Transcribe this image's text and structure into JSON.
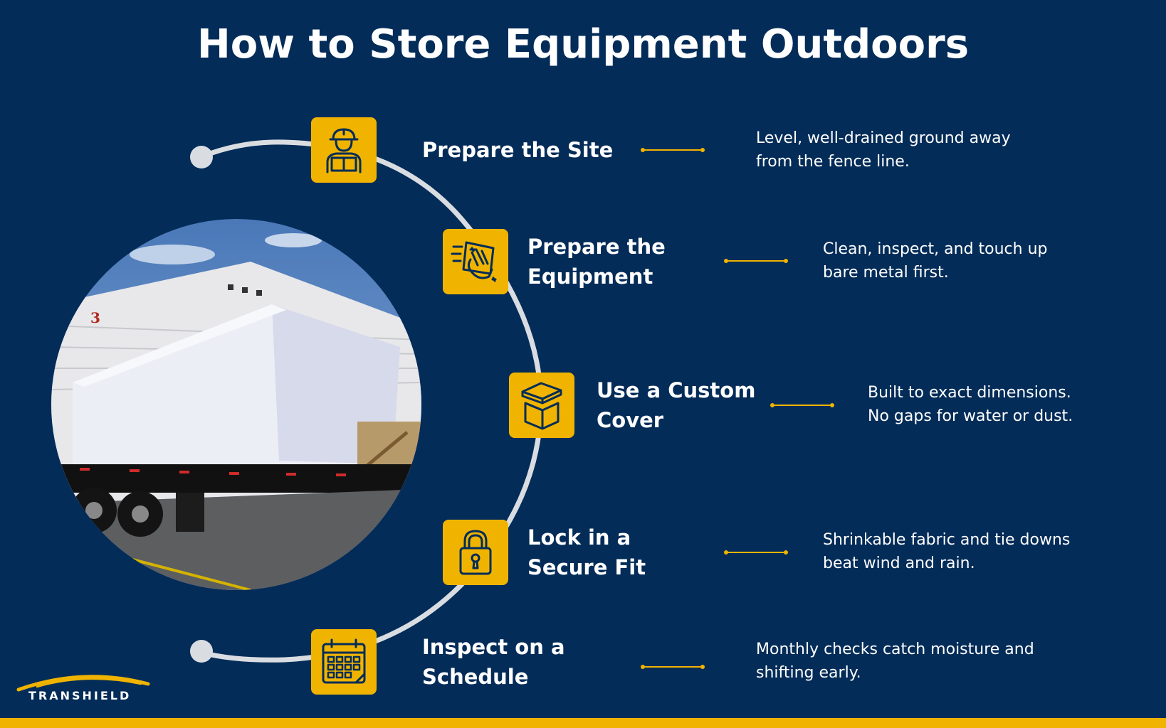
{
  "title": "How to Store Equipment Outdoors",
  "colors": {
    "background": "#032c58",
    "accent": "#f0b400",
    "arc": "#d9dde2"
  },
  "steps": [
    {
      "icon": "worker-icon",
      "title_lines": [
        "Prepare the Site"
      ],
      "desc_lines": [
        "Level, well-drained ground away",
        "from the fence line."
      ]
    },
    {
      "icon": "cleaning-hand-icon",
      "title_lines": [
        "Prepare the",
        "Equipment"
      ],
      "desc_lines": [
        "Clean, inspect, and touch up",
        "bare metal first."
      ]
    },
    {
      "icon": "box-cover-icon",
      "title_lines": [
        "Use a Custom",
        "Cover"
      ],
      "desc_lines": [
        "Built to exact dimensions.",
        "No gaps for water or dust."
      ]
    },
    {
      "icon": "padlock-icon",
      "title_lines": [
        "Lock in a",
        "Secure Fit"
      ],
      "desc_lines": [
        "Shrinkable fabric and tie downs",
        "beat wind and rain."
      ]
    },
    {
      "icon": "calendar-icon",
      "title_lines": [
        "Inspect on a",
        "Schedule"
      ],
      "desc_lines": [
        "Monthly checks catch moisture and",
        "shifting early."
      ]
    }
  ],
  "photo": {
    "building_number": "3"
  },
  "logo": {
    "text": "TRANSHIELD"
  }
}
